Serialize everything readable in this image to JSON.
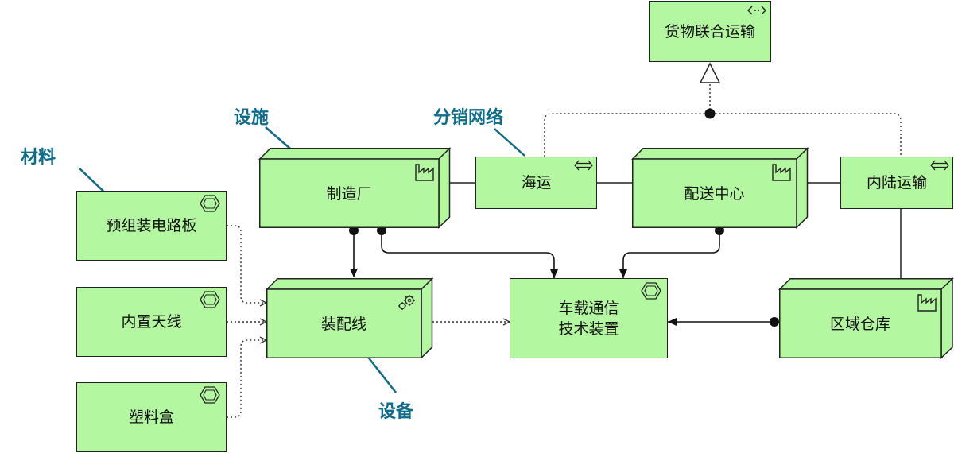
{
  "callouts": {
    "materials": "材料",
    "facilities": "设施",
    "distribution_network": "分销网络",
    "equipment": "设备"
  },
  "nodes": {
    "prefab_pcb": "预组装电路板",
    "builtin_antenna": "内置天线",
    "plastic_box": "塑料盒",
    "factory": "制造厂",
    "assembly_line": "装配线",
    "sea_transport": "海运",
    "distribution_center": "配送中心",
    "inland_transport": "内陆运输",
    "intermodal_freight": "货物联合运输",
    "telematics_device_line1": "车载通信",
    "telematics_device_line2": "技术装置",
    "regional_warehouse": "区域仓库"
  },
  "colors": {
    "node_fill": "#b3f7a0",
    "node_border": "#222222",
    "callout_text": "#0e6c8a"
  },
  "icons": {
    "material": "material-hexagon-icon",
    "facility": "factory-icon",
    "equipment": "gears-icon",
    "distribution_network": "bidirectional-arrow-icon",
    "path": "path-icon"
  }
}
